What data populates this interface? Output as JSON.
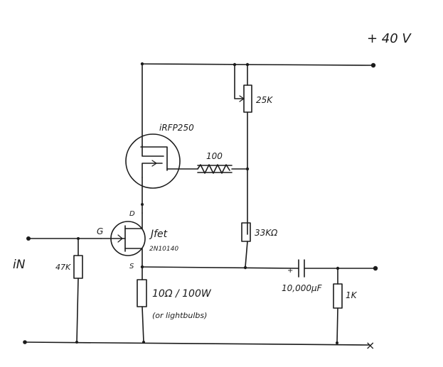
{
  "labels": {
    "supply": "+ 40 V",
    "input": "iN",
    "pot": "25K",
    "mosfet": "iRFP250",
    "gate_resistor": "100",
    "drain_resistor": "33KΩ",
    "jfet": "Jfet",
    "jfet_part": "2N10140",
    "pin_d": "D",
    "pin_g": "G",
    "pin_s": "S",
    "input_resistor": "47K",
    "load_resistor": "10Ω / 100W",
    "load_note": "(or lightbulbs)",
    "capacitor": "10,000µF",
    "cap_polarity": "+",
    "output_resistor": "1K",
    "ground_mark": "×"
  },
  "colors": {
    "ink": "#1b1b1b",
    "paper": "#ffffff"
  }
}
